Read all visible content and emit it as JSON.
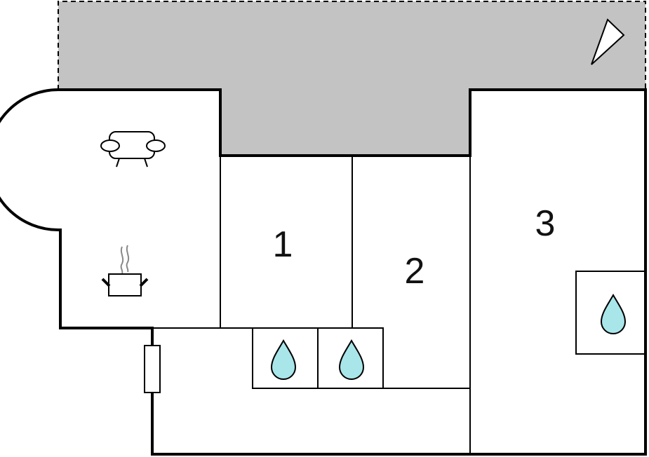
{
  "floorplan": {
    "rooms": [
      {
        "label": "1"
      },
      {
        "label": "2"
      },
      {
        "label": "3"
      }
    ],
    "icons": {
      "sofa": "sofa-icon",
      "kitchen": "cooking-pot-icon",
      "compass": "north-arrow-icon",
      "water": "water-drop-icon",
      "door": "door-icon"
    },
    "colors": {
      "terrace": "#c3c3c3",
      "water_drop": "#a8e6ea",
      "wall": "#000000",
      "background": "#ffffff"
    }
  }
}
